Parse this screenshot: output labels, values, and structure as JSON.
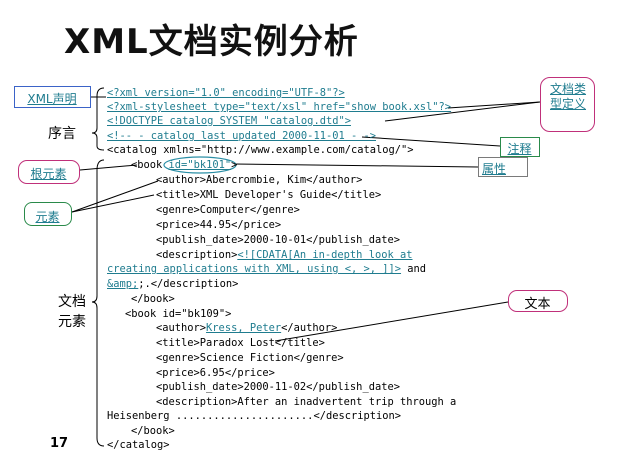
{
  "title": "XML文档实例分析",
  "page_number": "17",
  "callouts": {
    "xml_decl": "XML声明",
    "doctype_def": "文档类型定义",
    "comment": "注释",
    "attribute": "属性",
    "root_element": "根元素",
    "element": "元素",
    "text": "文本"
  },
  "section_labels": {
    "prolog": "序言",
    "doc_elements": "文档元素"
  },
  "code": {
    "l1": "<?xml version=\"1.0\" encoding=\"UTF-8\"?>",
    "l2": "<?xml-stylesheet type=\"text/xsl\" href=\"show book.xsl\"?>",
    "l3": "<!DOCTYPE catalog SYSTEM \"catalog.dtd\">",
    "l4": "<!-- - catalog last updated 2000-11-01 - ->",
    "l5": "<catalog xmlns=\"http://www.example.com/catalog/\">",
    "l6a": "<book ",
    "l6b": "id=\"bk101\"",
    "l6c": ">",
    "l7": "<author>Abercrombie, Kim</author>",
    "l8": "<title>XML Developer's Guide</title>",
    "l9": "<genre>Computer</genre>",
    "l10": "<price>44.95</price>",
    "l11": "<publish_date>2000-10-01</publish_date>",
    "l12a": "<description>",
    "l12b": "<![CDATA[An in-depth look at",
    "l13a": "creating applications with XML, using <, >, ]]>",
    "l13b": " and",
    "l14a": "&amp;",
    "l14b": ";.</description>",
    "l15": "</book>",
    "l16": "<book id=\"bk109\">",
    "l17a": "<author>",
    "l17b": "Kress, Peter",
    "l17c": "</author>",
    "l18": "<title>Paradox Lost</title>",
    "l19": "<genre>Science Fiction</genre>",
    "l20": "<price>6.95</price>",
    "l21": "<publish_date>2000-11-02</publish_date>",
    "l22": "<description>After an inadvertent trip through a",
    "l23": "Heisenberg ......................</description>",
    "l24": "</book>",
    "l25": "</catalog>"
  }
}
